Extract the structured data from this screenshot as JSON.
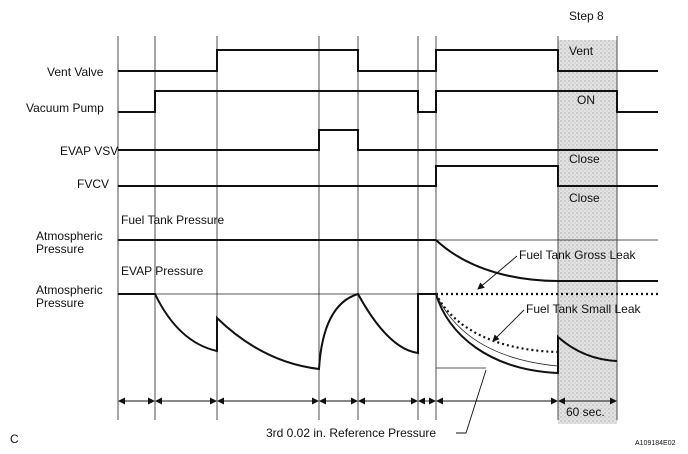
{
  "labels": {
    "step": "Step 8",
    "vent_valve": "Vent Valve",
    "vacuum_pump": "Vacuum Pump",
    "evap_vsv": "EVAP VSV",
    "fvcv": "FVCV",
    "fuel_tank_pressure": "Fuel Tank Pressure",
    "atm_line1": "Atmospheric",
    "atm_line2": "Pressure",
    "evap_pressure": "EVAP Pressure",
    "state_vent": "Vent",
    "state_on": "ON",
    "state_close_vsv": "Close",
    "state_close_fvcv": "Close",
    "gross_leak": "Fuel Tank Gross Leak",
    "small_leak": "Fuel Tank Small Leak",
    "duration": "60 sec.",
    "reference": "3rd 0.02 in. Reference Pressure",
    "corner_left": "C",
    "figure_id": "A109184E02"
  }
}
